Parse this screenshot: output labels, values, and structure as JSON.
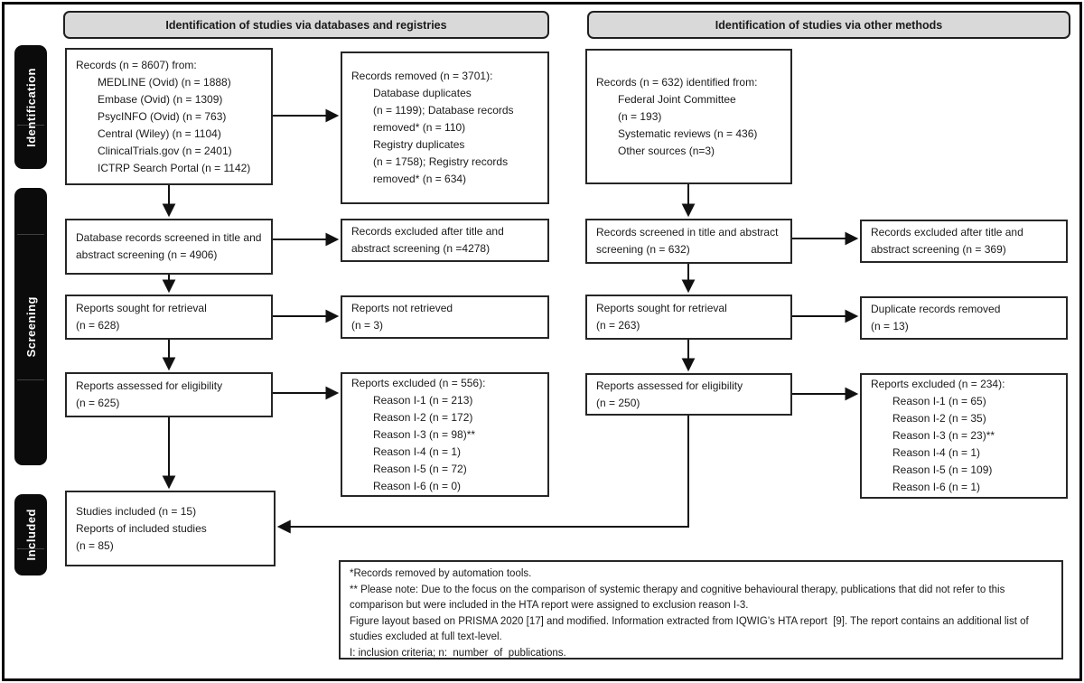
{
  "headers": {
    "databases": "Identification of studies via databases and registries",
    "other": "Identification of studies via other methods"
  },
  "stages": {
    "identification": "Identification",
    "screening": "Screening",
    "included": "Included"
  },
  "db_flow": {
    "records_identified": [
      "Records (n = 8607) from:",
      "MEDLINE (Ovid) (n = 1888)",
      "Embase (Ovid) (n = 1309)",
      "PsycINFO (Ovid) (n = 763)",
      "Central (Wiley) (n = 1104)",
      "ClinicalTrials.gov (n = 2401)",
      "ICTRP Search Portal (n = 1142)"
    ],
    "records_removed": [
      "Records removed (n = 3701):",
      "Database duplicates",
      "(n = 1199); Database records",
      "removed* (n = 110)",
      "Registry duplicates",
      "(n = 1758); Registry records",
      "removed* (n = 634)"
    ],
    "records_screened": "Database records screened in title and abstract screening (n = 4906)",
    "records_excluded": "Records excluded after title and abstract screening (n =4278)",
    "reports_sought": [
      "Reports sought for retrieval",
      "(n = 628)"
    ],
    "reports_not_retrieved": [
      "Reports not retrieved",
      "(n = 3)"
    ],
    "reports_assessed": [
      "Reports assessed for eligibility",
      "(n = 625)"
    ],
    "reports_excluded": [
      "Reports excluded (n = 556):",
      "Reason I-1 (n = 213)",
      "Reason I-2 (n = 172)",
      "Reason I-3 (n = 98)**",
      "Reason I-4 (n = 1)",
      "Reason I-5 (n = 72)",
      "Reason I-6 (n = 0)"
    ],
    "studies_included": [
      "Studies included (n = 15)",
      "Reports of included studies",
      "(n = 85)"
    ]
  },
  "other_flow": {
    "records_identified": [
      "Records (n = 632) identified from:",
      "Federal Joint Committee",
      "(n = 193)",
      "Systematic reviews (n = 436)",
      "Other sources (n=3)"
    ],
    "records_screened": "Records screened in title and abstract screening (n = 632)",
    "records_excluded": "Records excluded after title and abstract screening (n = 369)",
    "reports_sought": [
      "Reports sought for retrieval",
      "(n = 263)"
    ],
    "duplicates_removed": [
      "Duplicate records removed",
      "(n = 13)"
    ],
    "reports_assessed": [
      "Reports assessed for eligibility",
      "(n = 250)"
    ],
    "reports_excluded": [
      "Reports excluded (n = 234):",
      "Reason I-1 (n = 65)",
      "Reason I-2 (n = 35)",
      "Reason I-3 (n = 23)**",
      "Reason I-4 (n = 1)",
      "Reason I-5 (n = 109)",
      "Reason I-6 (n = 1)"
    ]
  },
  "footnotes": [
    "*Records removed by automation tools.",
    "** Please note: Due to the focus on the comparison of systemic therapy and cognitive behavioural therapy, publications that did not refer to this comparison but were included in the HTA report were assigned to exclusion reason I-3.",
    "Figure layout based on PRISMA 2020 [17] and modified. Information extracted from IQWIG’s HTA report  [9]. The report contains an additional list of studies excluded at full text-level.",
    "I: inclusion criteria; n:  number  of  publications."
  ]
}
